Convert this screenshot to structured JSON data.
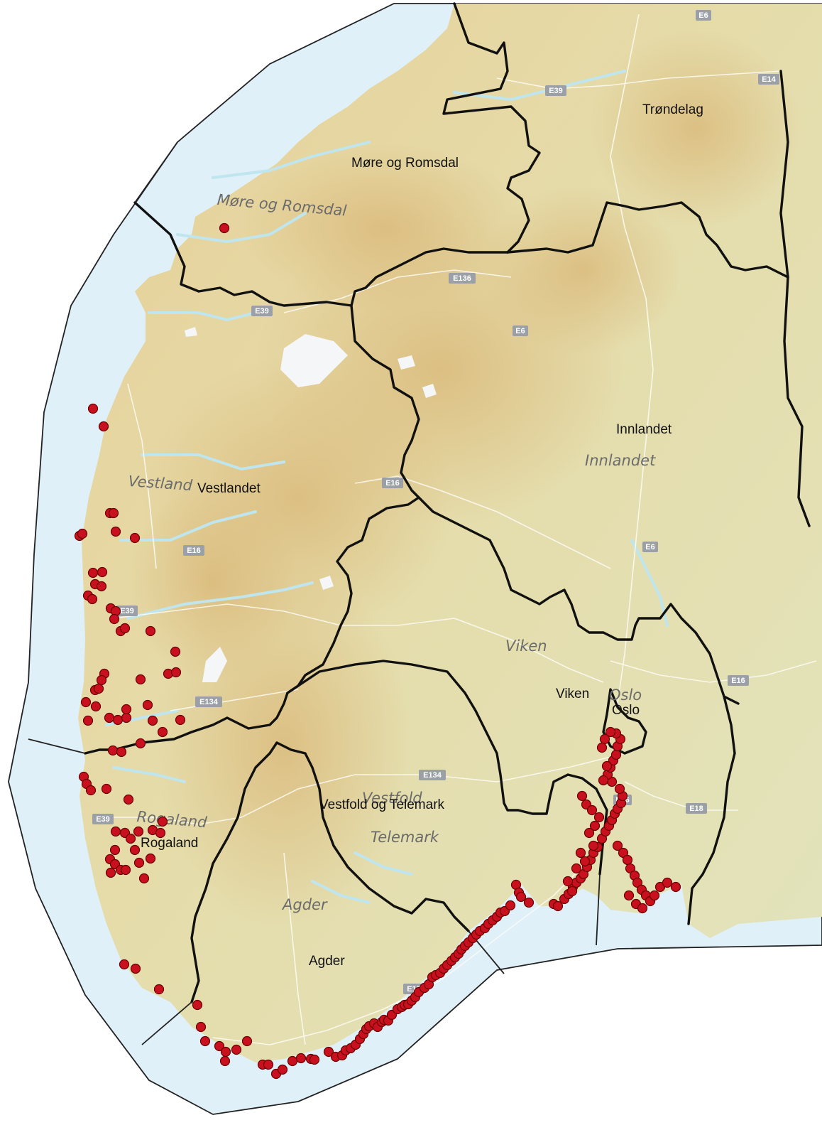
{
  "regions": [
    {
      "id": "trondelag",
      "label": "Trøndelag"
    },
    {
      "id": "more-og-romsdal",
      "label": "Møre og Romsdal"
    },
    {
      "id": "vestlandet",
      "label": "Vestlandet"
    },
    {
      "id": "innlandet",
      "label": "Innlandet"
    },
    {
      "id": "viken",
      "label": "Viken"
    },
    {
      "id": "oslo",
      "label": "Oslo"
    },
    {
      "id": "vestfold-og-telemark",
      "label": "Vestfold og Telemark"
    },
    {
      "id": "rogaland",
      "label": "Rogaland"
    },
    {
      "id": "agder",
      "label": "Agder"
    }
  ],
  "basemap_labels": [
    "Møre og Romsdal",
    "Vestland",
    "Innlandet",
    "Viken",
    "Oslo",
    "Rogaland",
    "Telemark",
    "Agder",
    "Vestfold"
  ],
  "road_shields": [
    "E6",
    "E14",
    "E39",
    "E136",
    "E6",
    "E16",
    "E39",
    "E16",
    "E6",
    "E134",
    "E16",
    "E134",
    "E39",
    "E18",
    "E26",
    "E18",
    "E39"
  ],
  "colors": {
    "sea": "#dff0f8",
    "land": "#e6e2b4",
    "highland": "#e3c98f",
    "border": "#111111",
    "observation": "#c8101e"
  }
}
